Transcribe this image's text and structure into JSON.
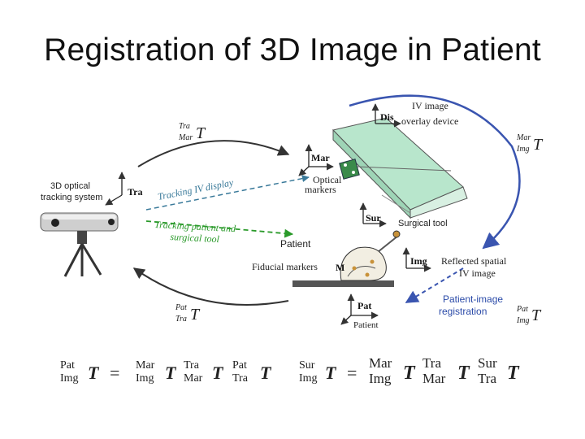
{
  "title": "Registration of 3D Image in Patient",
  "labels": {
    "tracking_system": [
      "3D optical",
      "tracking system"
    ],
    "iv_device": [
      "IV image",
      "overlay device"
    ],
    "optical_markers": [
      "Optical",
      "markers"
    ],
    "surgical_tool": "Surgical tool",
    "patient": "Patient",
    "fiducial_markers": "Fiducial markers",
    "fiducial_M": "M",
    "reflected": [
      "Reflected spatial",
      "IV image"
    ],
    "registration": [
      "Patient-image",
      "registration"
    ],
    "tracking_iv_display": "Tracking IV display",
    "tracking_patient": [
      "Tracking patient and",
      "surgical tool"
    ],
    "patient_frame_caption": "Patient"
  },
  "frames": {
    "tra": "Tra",
    "dis": "Dis",
    "mar": "Mar",
    "sur": "Sur",
    "img": "Img",
    "pat": "Pat"
  },
  "transforms": {
    "tra_mar": {
      "top": "Tra",
      "bottom": "Mar",
      "symbol": "T"
    },
    "mar_img": {
      "top": "Mar",
      "bottom": "Img",
      "symbol": "T"
    },
    "pat_tra": {
      "top": "Pat",
      "bottom": "Tra",
      "symbol": "T"
    },
    "pat_img": {
      "top": "Pat",
      "bottom": "Img",
      "symbol": "T"
    }
  },
  "equations": [
    {
      "lhs": {
        "top": "Pat",
        "bottom": "Img"
      },
      "rhs": [
        {
          "top": "Mar",
          "bottom": "Img"
        },
        {
          "top": "Tra",
          "bottom": "Mar"
        },
        {
          "top": "Pat",
          "bottom": "Tra"
        }
      ],
      "symbol": "T",
      "equals": "="
    },
    {
      "lhs": {
        "top": "Sur",
        "bottom": "Img"
      },
      "rhs": [
        {
          "top": "Mar",
          "bottom": "Img"
        },
        {
          "top": "Tra",
          "bottom": "Mar"
        },
        {
          "top": "Sur",
          "bottom": "Tra"
        }
      ],
      "symbol": "T",
      "equals": "="
    }
  ],
  "colors": {
    "arrow_dark": "#333333",
    "arrow_blue": "#3a55b0",
    "tracking_iv": "#3a7a9a",
    "tracking_patient": "#2a9a2a",
    "device_fill": "#b8e6cc",
    "marker_green": "#3a8a4a",
    "registration_text": "#2a4aa8"
  }
}
